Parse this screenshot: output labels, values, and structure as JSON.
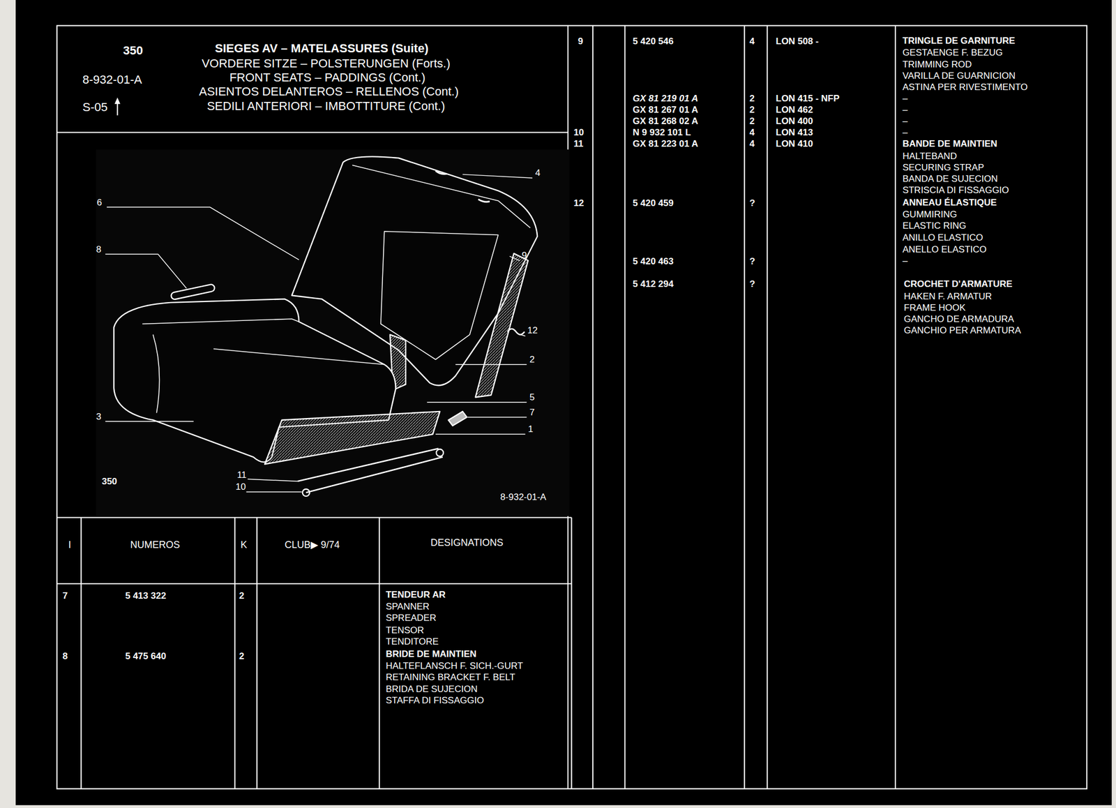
{
  "diagram": {
    "title": "SIEGES AV – MATELASSURES (Suite)",
    "labels": [
      "350",
      "VORDERE SITZE – POLSTERUNGEN (Forts.)",
      "FRONT SEATS – PADDINGS (Cont.)",
      "ASIENTOS DELANTEROS – RELLENOS (Cont.)",
      "SEDILI ANTERIORI – IMBOTTITURE (Cont.)",
      "8-932-01-A",
      "S-05",
      "4",
      "6",
      "8",
      "9",
      "12",
      "2",
      "5",
      "7",
      "1",
      "3",
      "11",
      "10",
      "350",
      "8-932-01-A",
      "I",
      "NUMEROS",
      "K",
      "CLUB▶ 9/74",
      "DESIGNATIONS",
      "7",
      "5 413 322",
      "2",
      "TENDEUR AR",
      "SPANNER",
      "SPREADER",
      "TENSOR",
      "TENDITORE",
      "8",
      "5 475 640",
      "2",
      "BRIDE DE MAINTIEN",
      "HALTEFLANSCH F. SICH.-GURT",
      "RETAINING BRACKET F. BELT",
      "BRIDA DE SUJECION",
      "STAFFA DI FISSAGGIO",
      "9",
      "5 420 546",
      "4",
      "LON 508 -",
      "TRINGLE DE GARNITURE",
      "GESTAENGE F. BEZUG",
      "TRIMMING ROD",
      "VARILLA DE GUARNICION",
      "ASTINA PER RIVESTIMENTO",
      "GX 81 219 01 A",
      "2",
      "LON 415 - NFP",
      "–",
      "GX 81 267 01 A",
      "2",
      "LON 462",
      "–",
      "GX 81 268 02 A",
      "2",
      "LON 400",
      "–",
      "10",
      "N 9 932 101 L",
      "4",
      "LON 413",
      "–",
      "11",
      "GX 81 223 01 A",
      "4",
      "LON 410",
      "BANDE DE MAINTIEN",
      "HALTEBAND",
      "SECURING STRAP",
      "BANDA DE SUJECION",
      "STRISCIA DI FISSAGGIO",
      "12",
      "5 420 459",
      "?",
      "ANNEAU ÉLASTIQUE",
      "GUMMIRING",
      "ELASTIC RING",
      "ANILLO ELASTICO",
      "ANELLO ELASTICO",
      "–",
      "5 420 463",
      "?",
      "5 412 294",
      "?",
      "CROCHET D'ARMATURE",
      "HAKEN F. ARMATUR",
      "FRAME HOOK",
      "GANCHO DE ARMADURA",
      "GANCHIO PER ARMATURA"
    ]
  }
}
